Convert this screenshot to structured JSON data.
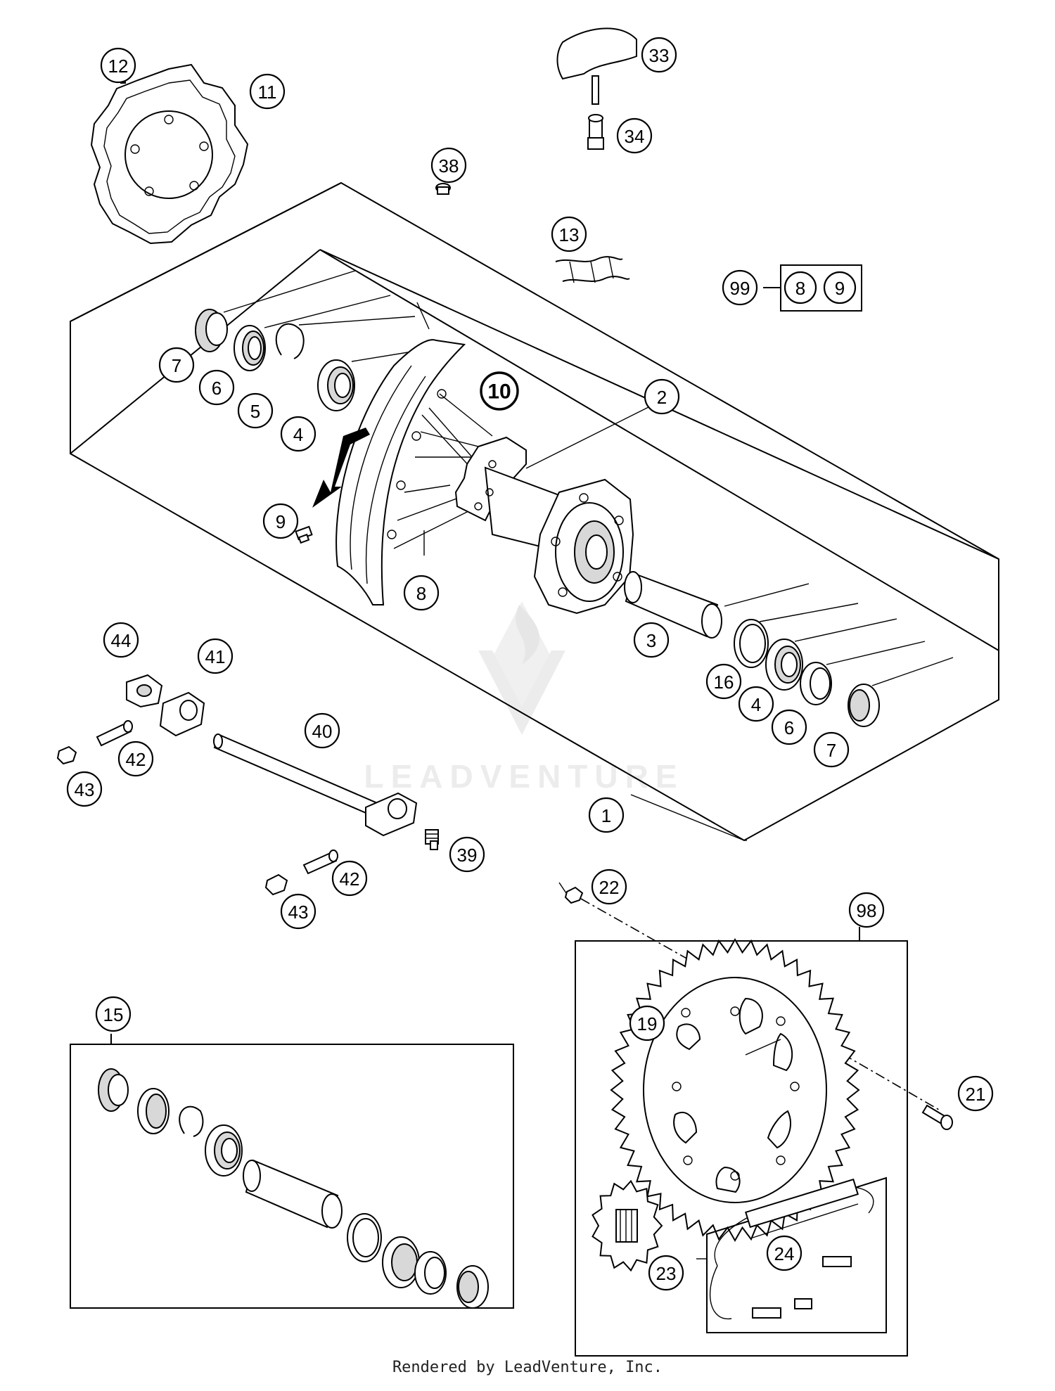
{
  "watermark": "LEADVENTURE",
  "footer": "Rendered by LeadVenture, Inc.",
  "callouts": [
    {
      "id": "c12",
      "label": "12"
    },
    {
      "id": "c11",
      "label": "11"
    },
    {
      "id": "c33",
      "label": "33"
    },
    {
      "id": "c34",
      "label": "34"
    },
    {
      "id": "c38",
      "label": "38"
    },
    {
      "id": "c13",
      "label": "13"
    },
    {
      "id": "c99",
      "label": "99"
    },
    {
      "id": "c99-8",
      "label": "8"
    },
    {
      "id": "c99-9",
      "label": "9"
    },
    {
      "id": "c7a",
      "label": "7"
    },
    {
      "id": "c6a",
      "label": "6"
    },
    {
      "id": "c5",
      "label": "5"
    },
    {
      "id": "c4a",
      "label": "4"
    },
    {
      "id": "c10",
      "label": "10"
    },
    {
      "id": "c2",
      "label": "2"
    },
    {
      "id": "c9",
      "label": "9"
    },
    {
      "id": "c8",
      "label": "8"
    },
    {
      "id": "c3",
      "label": "3"
    },
    {
      "id": "c16",
      "label": "16"
    },
    {
      "id": "c4b",
      "label": "4"
    },
    {
      "id": "c6b",
      "label": "6"
    },
    {
      "id": "c7b",
      "label": "7"
    },
    {
      "id": "c44",
      "label": "44"
    },
    {
      "id": "c41",
      "label": "41"
    },
    {
      "id": "c40",
      "label": "40"
    },
    {
      "id": "c42a",
      "label": "42"
    },
    {
      "id": "c43a",
      "label": "43"
    },
    {
      "id": "c1",
      "label": "1"
    },
    {
      "id": "c39",
      "label": "39"
    },
    {
      "id": "c42b",
      "label": "42"
    },
    {
      "id": "c43b",
      "label": "43"
    },
    {
      "id": "c22",
      "label": "22"
    },
    {
      "id": "c98",
      "label": "98"
    },
    {
      "id": "c15",
      "label": "15"
    },
    {
      "id": "c19",
      "label": "19"
    },
    {
      "id": "c21",
      "label": "21"
    },
    {
      "id": "c24",
      "label": "24"
    },
    {
      "id": "c23",
      "label": "23"
    }
  ]
}
